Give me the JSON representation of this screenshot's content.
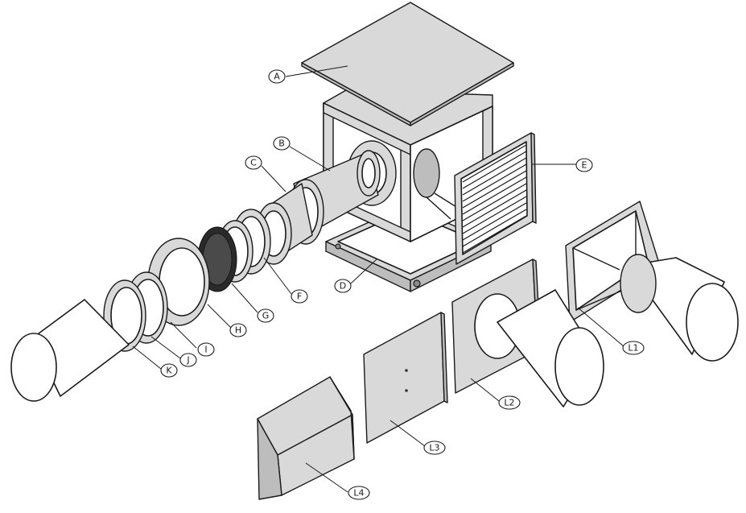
{
  "callouts": {
    "A": "A",
    "B": "B",
    "C": "C",
    "D": "D",
    "E": "E",
    "F": "F",
    "G": "G",
    "H": "H",
    "I": "I",
    "J": "J",
    "K": "K",
    "L1": "L1",
    "L2": "L2",
    "L3": "L3",
    "L4": "L4"
  }
}
